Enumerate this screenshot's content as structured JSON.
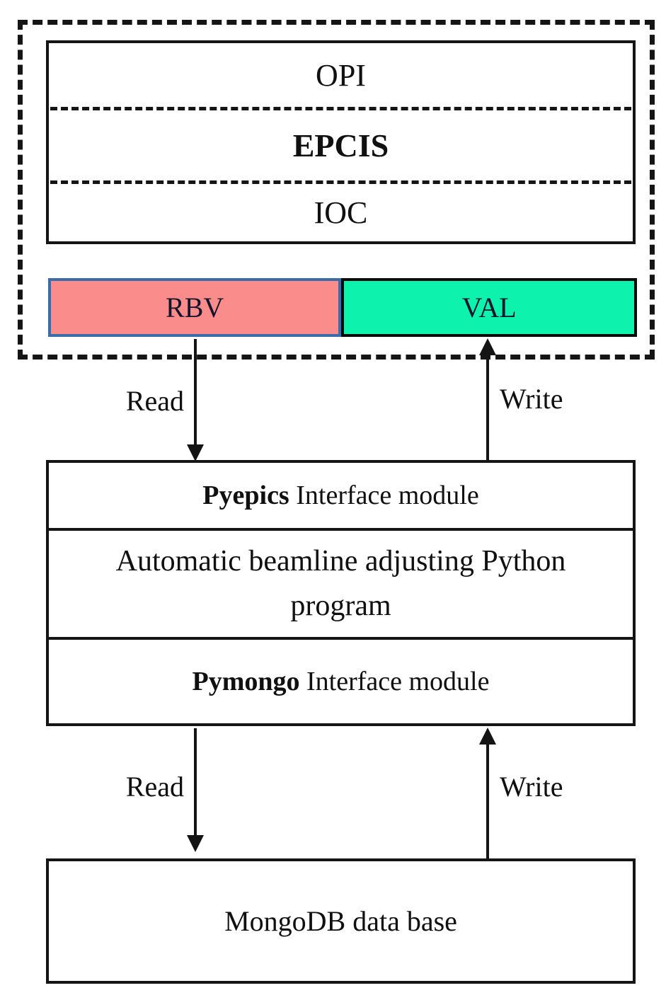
{
  "colors": {
    "rbv_fill": "#FA8C8C",
    "rbv_border": "#3C6CA8",
    "val_fill": "#0DF2AC",
    "val_border": "#0A0A0A",
    "line": "#141414"
  },
  "epics_group": {
    "layers": [
      {
        "label": "OPI"
      },
      {
        "label": "EPCIS"
      },
      {
        "label": "IOC"
      }
    ],
    "pv_fields": [
      {
        "label": "RBV"
      },
      {
        "label": "VAL"
      }
    ]
  },
  "links": {
    "top_read_label": "Read",
    "top_write_label": "Write",
    "bottom_read_label": "Read",
    "bottom_write_label": "Write"
  },
  "program_box": {
    "top_row": {
      "bold_part": "Pyepics",
      "rest": " Interface module"
    },
    "middle_row": "Automatic beamline adjusting Python program",
    "bottom_row": {
      "bold_part": "Pymongo",
      "rest": " Interface module"
    }
  },
  "database_box": {
    "label": "MongoDB data base"
  }
}
